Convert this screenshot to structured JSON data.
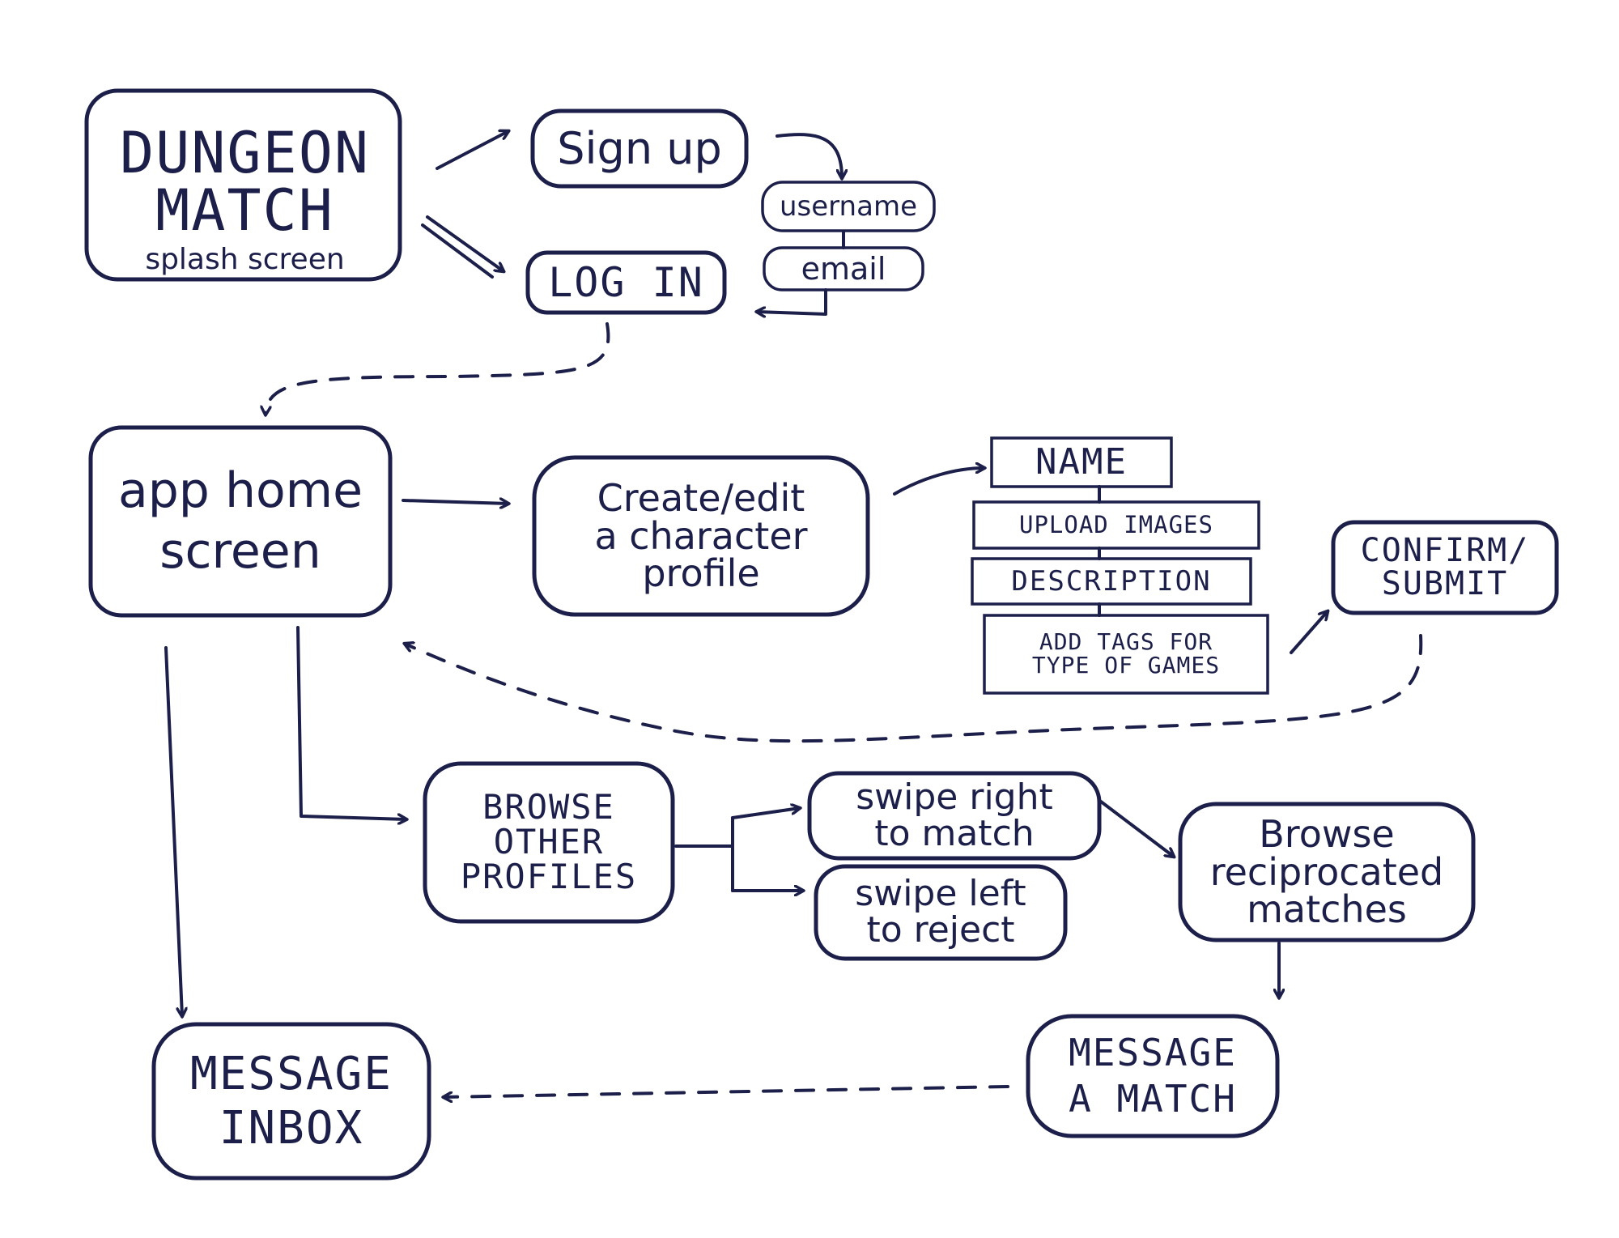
{
  "diagram": {
    "nodes": {
      "splash": {
        "title": "DUNGEON\nMATCH",
        "subtitle": "splash screen"
      },
      "signup": "Sign up",
      "username": "username",
      "email": "email",
      "login": "LOG IN",
      "home": "app home\nscreen",
      "create": "Create/edit\na character\nprofile",
      "name": "NAME",
      "upload": "UPLOAD IMAGES",
      "description": "DESCRIPTION",
      "tags": "ADD TAGS FOR\nTYPE OF GAMES",
      "confirm": "CONFIRM/\nSUBMIT",
      "browse": "BROWSE\nOTHER\nPROFILES",
      "swipe_right": "swipe right\nto match",
      "swipe_left": "swipe left\nto reject",
      "reciprocated": "Browse\nreciprocated\nmatches",
      "message_match": "MESSAGE\nA MATCH",
      "inbox": "MESSAGE\nINBOX"
    },
    "colors": {
      "ink": "#1c1f4a",
      "paper": "#ffffff"
    }
  }
}
